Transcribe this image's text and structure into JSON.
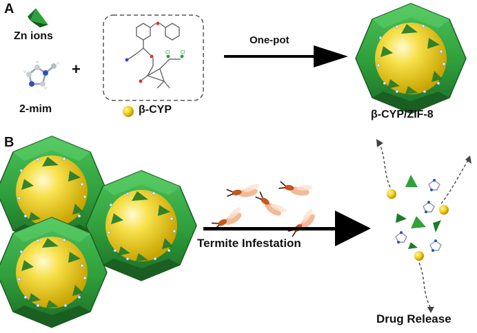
{
  "panel_a": {
    "label": "A",
    "zn_label": "Zn ions",
    "mim_label": "2-mim",
    "cyp_label": "β-CYP",
    "plus": "+",
    "arrow_label": "One-pot",
    "product_label": "β-CYP/ZIF-8"
  },
  "panel_b": {
    "label": "B",
    "arrow_label": "Termite Infestation",
    "release_label": "Drug Release"
  },
  "colors": {
    "zif_green": "#2e9d3a",
    "zif_dark": "#1f6e28",
    "core_yellow": "#f2d21a",
    "arrow": "#000000",
    "termite_body": "#f0b48c",
    "termite_head": "#c05a1e"
  },
  "icons": {
    "zn": "green-tetrahedron-icon",
    "mim": "imidazole-molecule-icon",
    "cyp": "yellow-sphere-icon",
    "termite": "termite-icon"
  }
}
